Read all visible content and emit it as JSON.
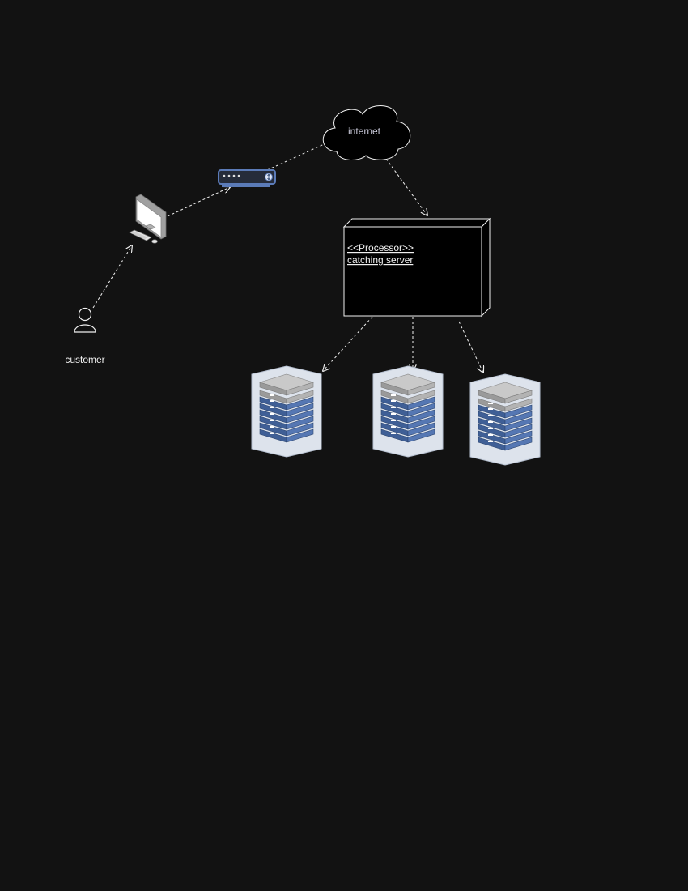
{
  "nodes": {
    "customer": {
      "label": "customer",
      "icon": "user-icon"
    },
    "computer": {
      "icon": "desktop-computer-icon"
    },
    "router": {
      "icon": "network-router-icon"
    },
    "internet": {
      "label": "internet",
      "icon": "cloud-icon"
    },
    "processor": {
      "stereotype": "<<Processor>>",
      "name": "catching server"
    },
    "servers": [
      {
        "icon": "server-rack-icon"
      },
      {
        "icon": "server-rack-icon"
      },
      {
        "icon": "server-rack-icon"
      }
    ]
  },
  "edges": [
    {
      "from": "customer",
      "to": "computer",
      "style": "dashed-open-arrow"
    },
    {
      "from": "computer",
      "to": "router",
      "style": "dashed-open-arrow"
    },
    {
      "from": "router",
      "to": "internet",
      "style": "dashed-open-arrow"
    },
    {
      "from": "internet",
      "to": "processor",
      "style": "dashed-open-arrow"
    },
    {
      "from": "processor",
      "to": "server-1",
      "style": "dashed-open-arrow"
    },
    {
      "from": "processor",
      "to": "server-2",
      "style": "dashed-open-arrow"
    },
    {
      "from": "processor",
      "to": "server-3",
      "style": "dashed-open-arrow"
    }
  ],
  "colors": {
    "background": "#121212",
    "line": "#f0f0f0",
    "node_fill": "#000000",
    "label_text": "#f0f0f0",
    "cloud_text": "#c8c8d8",
    "rack_blue": "#4a6aa5",
    "rack_gray": "#a9a9a9",
    "rack_frame": "#dde3ec"
  }
}
